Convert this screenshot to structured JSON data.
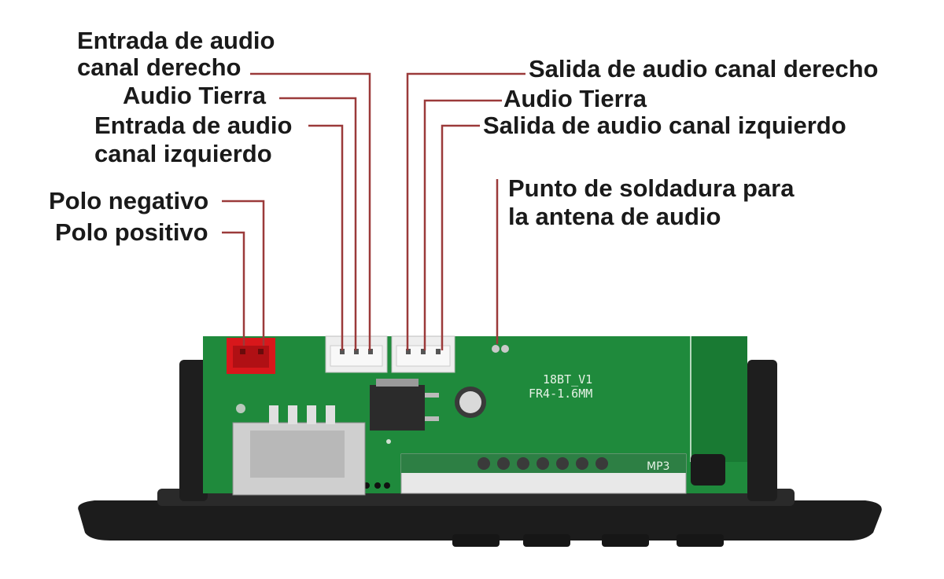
{
  "labels": {
    "in_right_l1": "Entrada de audio",
    "in_right_l2": "canal derecho",
    "in_gnd": "Audio Tierra",
    "in_left_l1": "Entrada de audio",
    "in_left_l2": "canal izquierdo",
    "pole_neg": "Polo negativo",
    "pole_pos": "Polo positivo",
    "out_right": "Salida de audio canal derecho",
    "out_gnd": "Audio Tierra",
    "out_left": "Salida de audio canal izquierdo",
    "antenna_l1": "Punto de soldadura para",
    "antenna_l2": "la antena de audio"
  },
  "board": {
    "silk_model": "18BT_V1",
    "silk_pcb": "FR4-1.6MM",
    "silk_mp3": "MP3"
  },
  "colors": {
    "leader_line": "#9b3a3a",
    "pcb_green": "#1f8a3c",
    "bezel_black": "#1c1c1c",
    "connector_red": "#d8171b",
    "connector_white": "#eeeeee",
    "label_text": "#1a1a1a"
  }
}
